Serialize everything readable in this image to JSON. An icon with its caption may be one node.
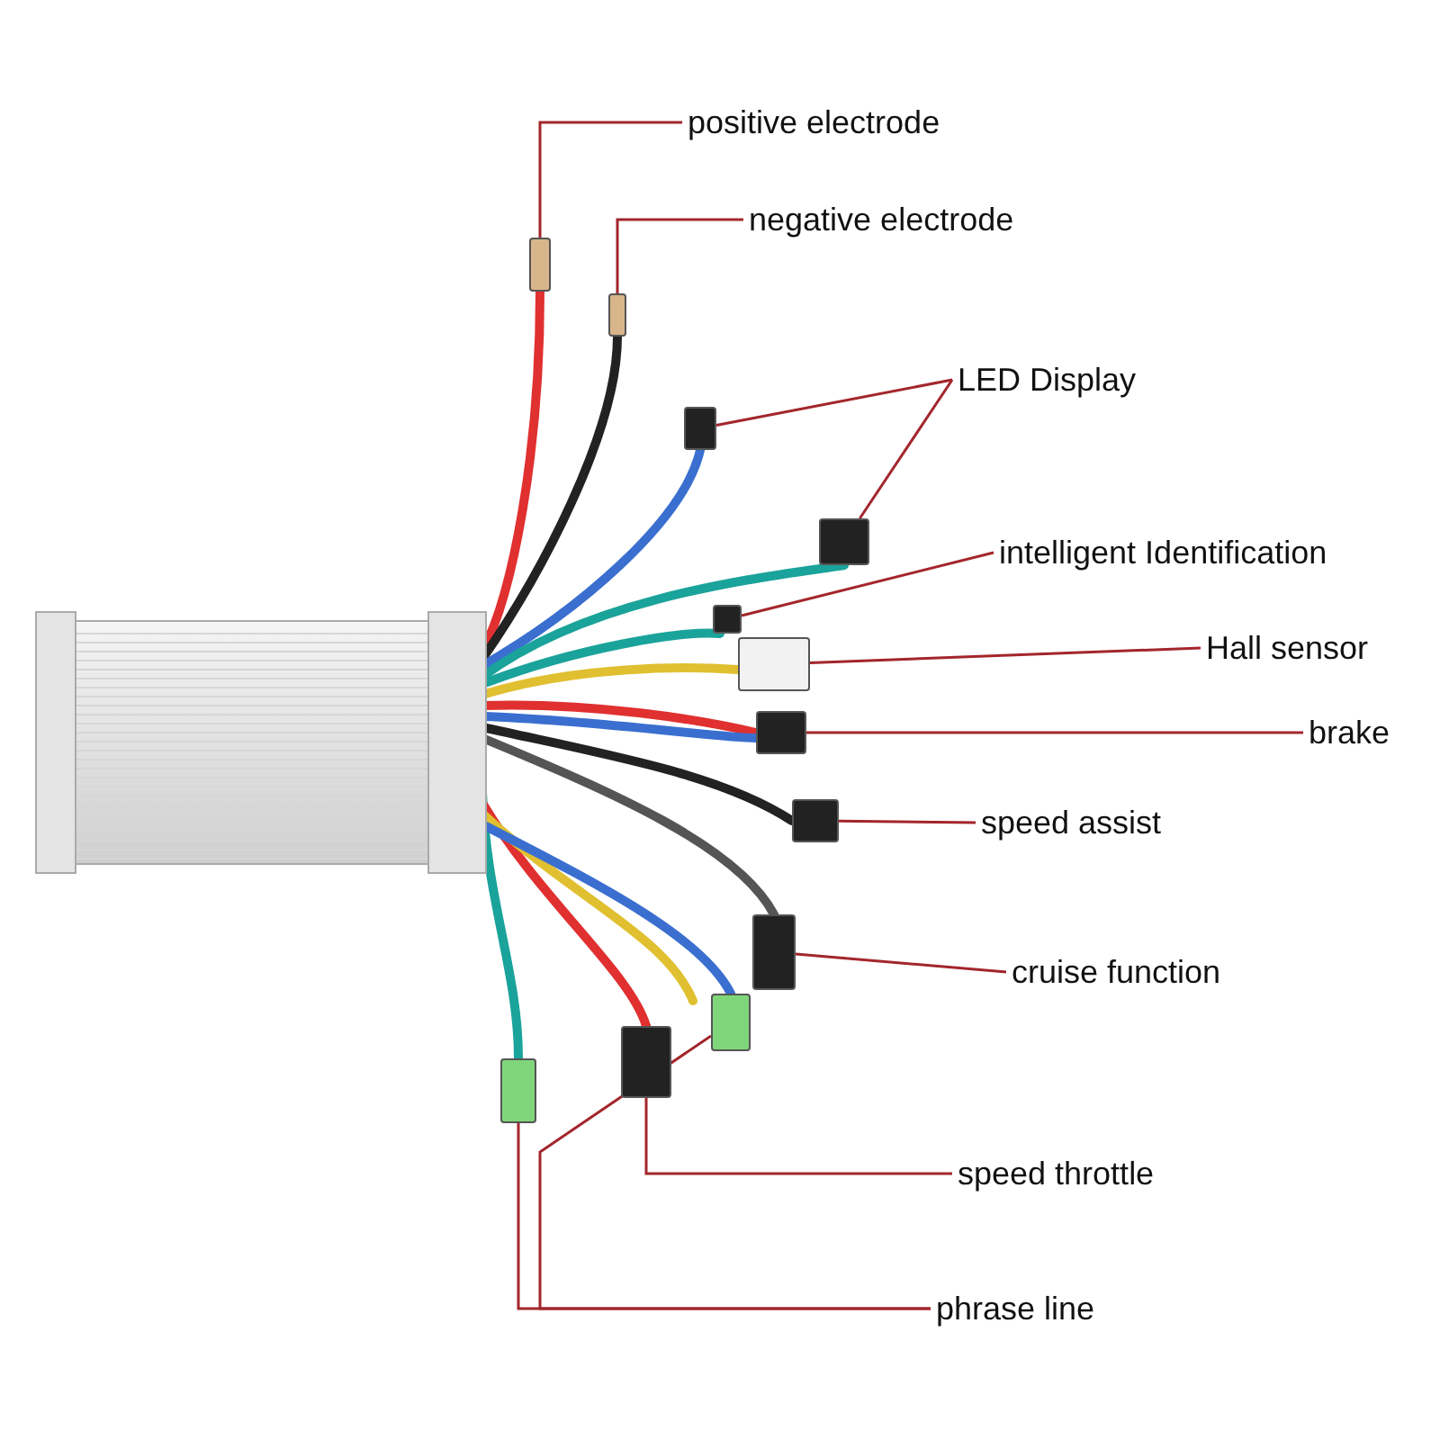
{
  "diagram": {
    "nodes": [
      {
        "text": [
          "positive electrode"
        ]
      },
      {
        "text": [
          "negative electrode"
        ]
      },
      {
        "text": [
          "LED Display"
        ]
      },
      {
        "text": [
          "intelligent Identification"
        ]
      },
      {
        "text": [
          "Hall sensor"
        ]
      },
      {
        "text": [
          "brake"
        ]
      },
      {
        "text": [
          "speed assist"
        ]
      },
      {
        "text": [
          "cruise function"
        ]
      },
      {
        "text": [
          "speed throttle"
        ]
      },
      {
        "text": [
          "phrase line"
        ]
      },
      {
        "text": [],
        "shape": "box"
      },
      {
        "text": [],
        "shape": "box"
      },
      {
        "text": [],
        "shape": "box"
      },
      {
        "text": [],
        "shape": "box"
      },
      {
        "text": [],
        "shape": "box"
      },
      {
        "text": [],
        "shape": "box"
      },
      {
        "text": [],
        "shape": "box"
      },
      {
        "text": [],
        "shape": "box"
      },
      {
        "text": [],
        "shape": "box"
      },
      {
        "text": [],
        "shape": "box"
      },
      {
        "text": [],
        "shape": "box"
      },
      {
        "text": [],
        "shape": "box"
      }
    ],
    "edges": [
      {
        "from": 0,
        "to": 10,
        "arrow": "none"
      },
      {
        "from": 1,
        "to": 11,
        "arrow": "none"
      },
      {
        "from": 2,
        "to": 12,
        "arrow": "none"
      },
      {
        "from": 2,
        "to": 13,
        "arrow": "none"
      },
      {
        "from": 3,
        "to": 14,
        "arrow": "none"
      },
      {
        "from": 4,
        "to": 15,
        "arrow": "none"
      },
      {
        "from": 5,
        "to": 16,
        "arrow": "none"
      },
      {
        "from": 6,
        "to": 17,
        "arrow": "none"
      },
      {
        "from": 7,
        "to": 18,
        "arrow": "none"
      },
      {
        "from": 8,
        "to": 19,
        "arrow": "none"
      },
      {
        "from": 9,
        "to": 20,
        "arrow": "none"
      },
      {
        "from": 9,
        "to": 21,
        "arrow": "none"
      }
    ]
  }
}
